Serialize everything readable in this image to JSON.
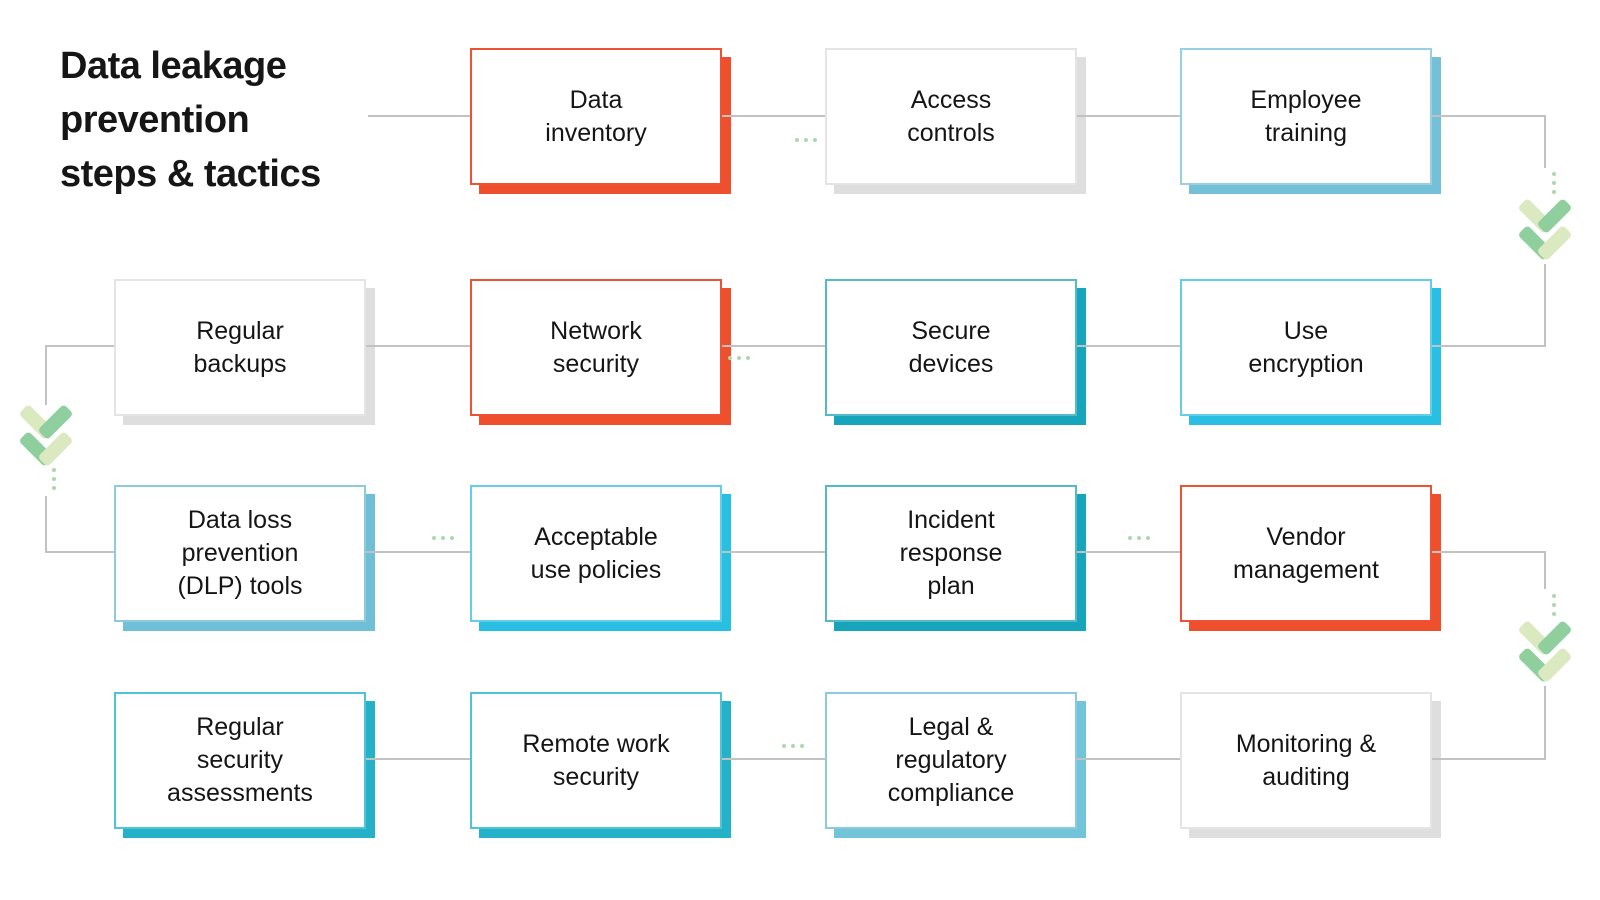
{
  "title": "Data leakage\nprevention\nsteps & tactics",
  "palette": {
    "text": "#161616",
    "line": "#c2c2c2",
    "dots": "#aed7ac",
    "chevron_pale": "#dbe9c1",
    "chevron_green": "#8fcf9e",
    "box_background": "#ffffff",
    "red_accent": "#ee4f2c",
    "gray_accent": "#dedede",
    "skyblue_accent": "#74c0d6",
    "cyan_accent": "#29bfe2",
    "teal_accent": "#16a5ba"
  },
  "boxes": [
    {
      "label": "Data\ninventory",
      "border": "#ef5233",
      "shadow": "#ee4f2c"
    },
    {
      "label": "Access\ncontrols",
      "border": "#e4e4e4",
      "shadow": "#dedede"
    },
    {
      "label": "Employee\ntraining",
      "border": "#99cfe2",
      "shadow": "#74c0d6"
    },
    {
      "label": "Regular\nbackups",
      "border": "#e4e4e4",
      "shadow": "#dedede"
    },
    {
      "label": "Network\nsecurity",
      "border": "#ef5233",
      "shadow": "#ee4f2c"
    },
    {
      "label": "Secure\ndevices",
      "border": "#56b9c9",
      "shadow": "#16a5ba"
    },
    {
      "label": "Use\nencryption",
      "border": "#63cdea",
      "shadow": "#29bfe2"
    },
    {
      "label": "Data loss\nprevention\n(DLP) tools",
      "border": "#8ccbdd",
      "shadow": "#6fc0d6"
    },
    {
      "label": "Acceptable\nuse policies",
      "border": "#63cdea",
      "shadow": "#29bfe2"
    },
    {
      "label": "Incident\nresponse\nplan",
      "border": "#56b9c9",
      "shadow": "#16a5ba"
    },
    {
      "label": "Vendor\nmanagement",
      "border": "#ef5233",
      "shadow": "#ee4f2c"
    },
    {
      "label": "Regular\nsecurity\nassessments",
      "border": "#4fc3d8",
      "shadow": "#25b2c8"
    },
    {
      "label": "Remote work\nsecurity",
      "border": "#4fc3d8",
      "shadow": "#25b2c8"
    },
    {
      "label": "Legal &\nregulatory\ncompliance",
      "border": "#8ccbdd",
      "shadow": "#72c4d8"
    },
    {
      "label": "Monitoring &\nauditing",
      "border": "#e4e4e4",
      "shadow": "#dedede"
    }
  ]
}
